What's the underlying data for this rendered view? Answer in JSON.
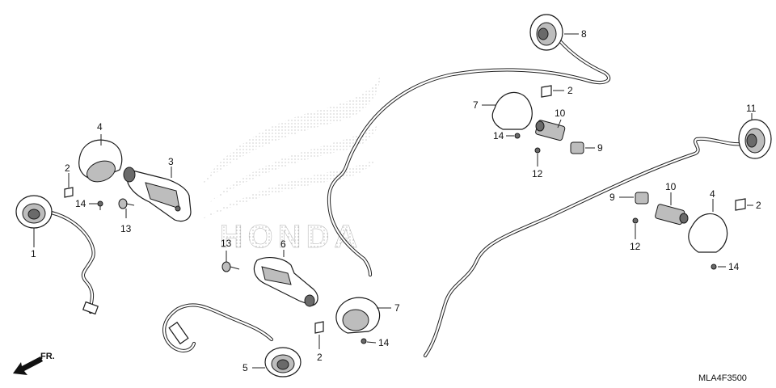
{
  "diagram": {
    "code": "MLA4F3500",
    "direction": "FR.",
    "watermark_text": "HONDA",
    "callouts": [
      {
        "id": "c1",
        "text": "1"
      },
      {
        "id": "c2a",
        "text": "2"
      },
      {
        "id": "c2b",
        "text": "2"
      },
      {
        "id": "c2c",
        "text": "2"
      },
      {
        "id": "c2d",
        "text": "2"
      },
      {
        "id": "c3",
        "text": "3"
      },
      {
        "id": "c4a",
        "text": "4"
      },
      {
        "id": "c4b",
        "text": "4"
      },
      {
        "id": "c5",
        "text": "5"
      },
      {
        "id": "c6",
        "text": "6"
      },
      {
        "id": "c7a",
        "text": "7"
      },
      {
        "id": "c7b",
        "text": "7"
      },
      {
        "id": "c8",
        "text": "8"
      },
      {
        "id": "c9a",
        "text": "9"
      },
      {
        "id": "c9b",
        "text": "9"
      },
      {
        "id": "c10a",
        "text": "10"
      },
      {
        "id": "c10b",
        "text": "10"
      },
      {
        "id": "c11",
        "text": "11"
      },
      {
        "id": "c12a",
        "text": "12"
      },
      {
        "id": "c12b",
        "text": "12"
      },
      {
        "id": "c13a",
        "text": "13"
      },
      {
        "id": "c13b",
        "text": "13"
      },
      {
        "id": "c14a",
        "text": "14"
      },
      {
        "id": "c14b",
        "text": "14"
      },
      {
        "id": "c14c",
        "text": "14"
      },
      {
        "id": "c14d",
        "text": "14"
      }
    ]
  }
}
